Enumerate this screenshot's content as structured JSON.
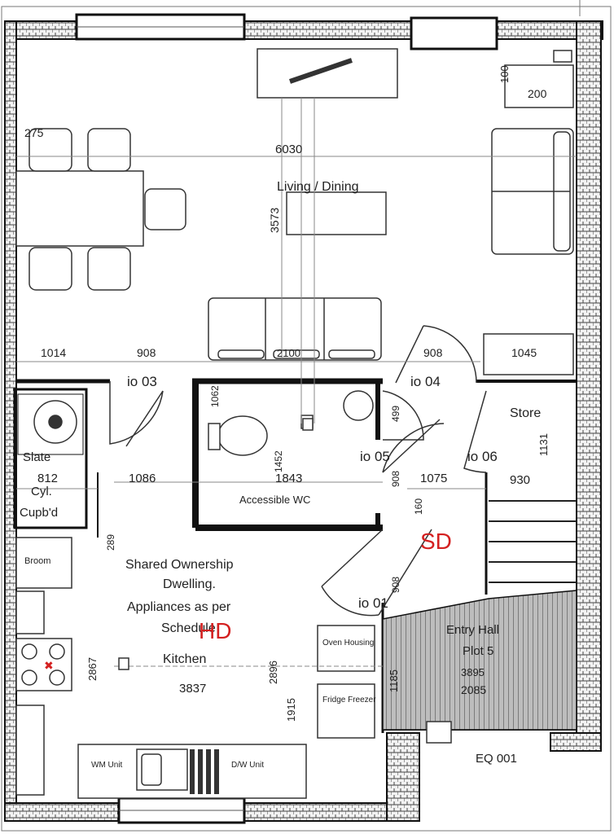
{
  "rooms": {
    "living": "Living / Dining",
    "accessible_wc": "Accessible WC",
    "store": "Store",
    "kitchen": "Kitchen",
    "entry": "Entry Hall",
    "plot": "Plot 5",
    "cyl_cupboard_line1": "Cyl.",
    "cyl_cupboard_line2": "Cupb'd",
    "slate": "Slate",
    "broom": "Broom",
    "wm": "WM Unit",
    "dw": "D/W Unit",
    "oven": "Oven Housing",
    "fridge": "Fridge Freezer",
    "door_code": "EQ 001"
  },
  "notes": {
    "line1": "Shared Ownership",
    "line2": "Dwelling.",
    "line3": "Appliances as per",
    "line4": "Schedule"
  },
  "tags": {
    "sd": "SD",
    "hd": "HD"
  },
  "doors": {
    "io01": "io 01",
    "io03": "io 03",
    "io04": "io 04",
    "io05": "io 05",
    "io06": "io 06"
  },
  "dims": {
    "d275": "275",
    "d6030": "6030",
    "d3573": "3573",
    "d100": "100",
    "d200": "200",
    "d1014": "1014",
    "d908a": "908",
    "d908b": "908",
    "d1045": "1045",
    "d2100": "2100",
    "d1131": "1131",
    "d930": "930",
    "d812": "812",
    "d1086": "1086",
    "d1843": "1843",
    "d1075": "1075",
    "d1452": "1452",
    "d499": "499",
    "d160": "160",
    "d289": "289",
    "d2867": "2867",
    "d2896": "2896",
    "d3837": "3837",
    "d1915": "1915",
    "d1185": "1185",
    "d2085": "2085",
    "d3895": "3895",
    "d1062": "1062",
    "d908c": "908",
    "d908d": "908"
  }
}
